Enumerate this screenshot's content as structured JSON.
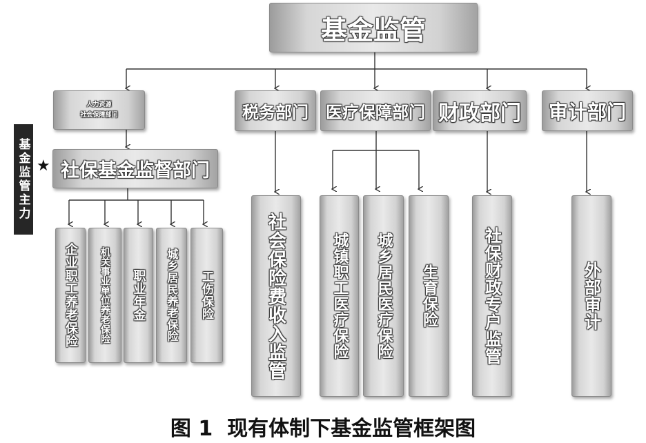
{
  "diagram": {
    "root": "基金监管",
    "hrss_dept": [
      "人力资源",
      "社会保障部门"
    ],
    "social_security_fund_dept": "社保基金监督部门",
    "side_label": "基金监管主力",
    "side_marker": "★",
    "departments": {
      "tax": "税务部门",
      "medical": "医疗保障部门",
      "finance": "财政部门",
      "audit": "审计部门"
    },
    "social_insurance_items": [
      "企业职工养老保险",
      "机关事业单位养老保险",
      "职业年金",
      "城乡居民养老保险",
      "工伤保险"
    ],
    "tax_items": [
      "社会保险费收入监管"
    ],
    "medical_items": [
      "城镇职工医疗保险",
      "城乡居民医疗保险",
      "生育保险"
    ],
    "finance_items": [
      "社保财政专户监管"
    ],
    "audit_items": [
      "外部审计"
    ]
  },
  "caption": "图 1  现有体制下基金监管框架图"
}
